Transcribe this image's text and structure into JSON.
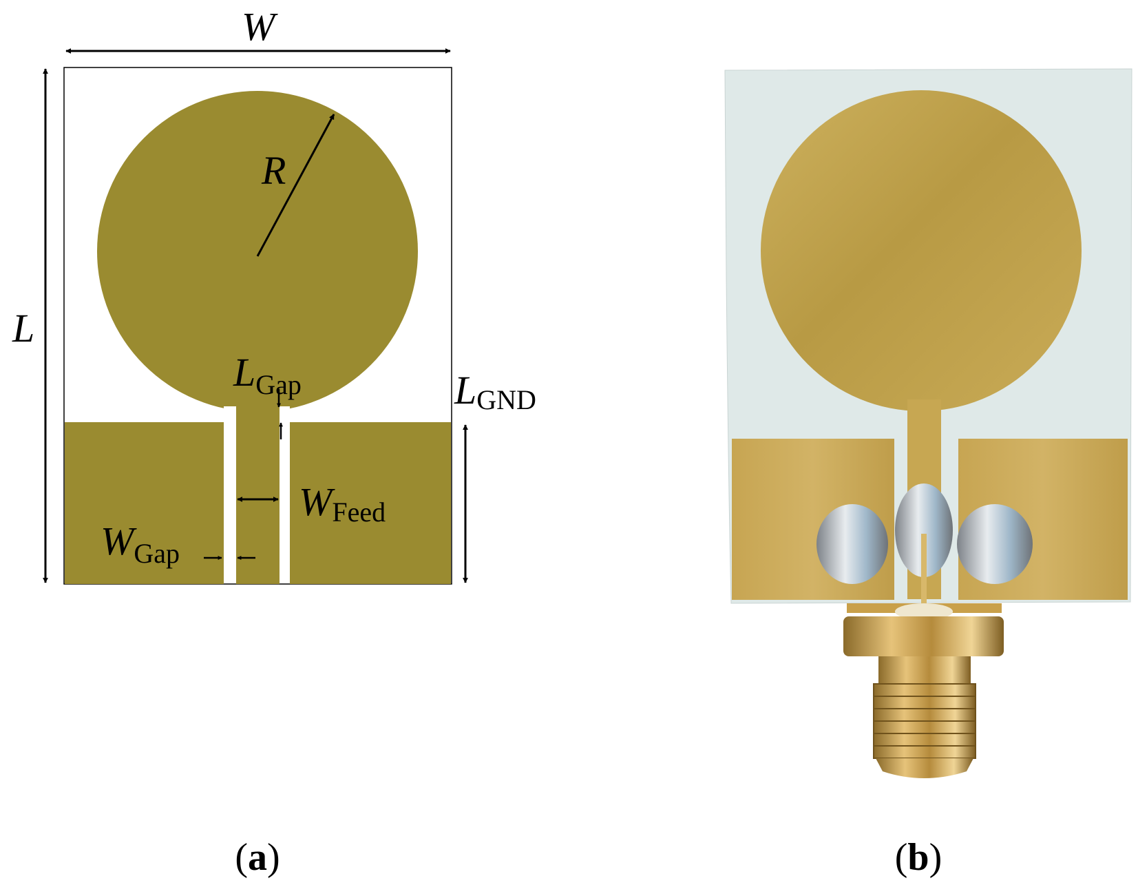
{
  "colors": {
    "copper_schematic": "#9a8b30",
    "substrate": "#dde8e6",
    "copper_photo": "#c8aa55",
    "connector_gold": "#c9a04a",
    "connector_silver": "#b9b9b9",
    "arrow": "#000000"
  },
  "panel_a": {
    "labels": {
      "W": "W",
      "L": "L",
      "R": "R",
      "L_gap_main": "L",
      "L_gap_sub": "Gap",
      "L_gnd_main": "L",
      "L_gnd_sub": "GND",
      "W_feed_main": "W",
      "W_feed_sub": "Feed",
      "W_gap_main": "W",
      "W_gap_sub": "Gap"
    },
    "caption_open": "(",
    "caption_letter": "a",
    "caption_close": ")"
  },
  "panel_b": {
    "caption_open": "(",
    "caption_letter": "b",
    "caption_close": ")"
  }
}
